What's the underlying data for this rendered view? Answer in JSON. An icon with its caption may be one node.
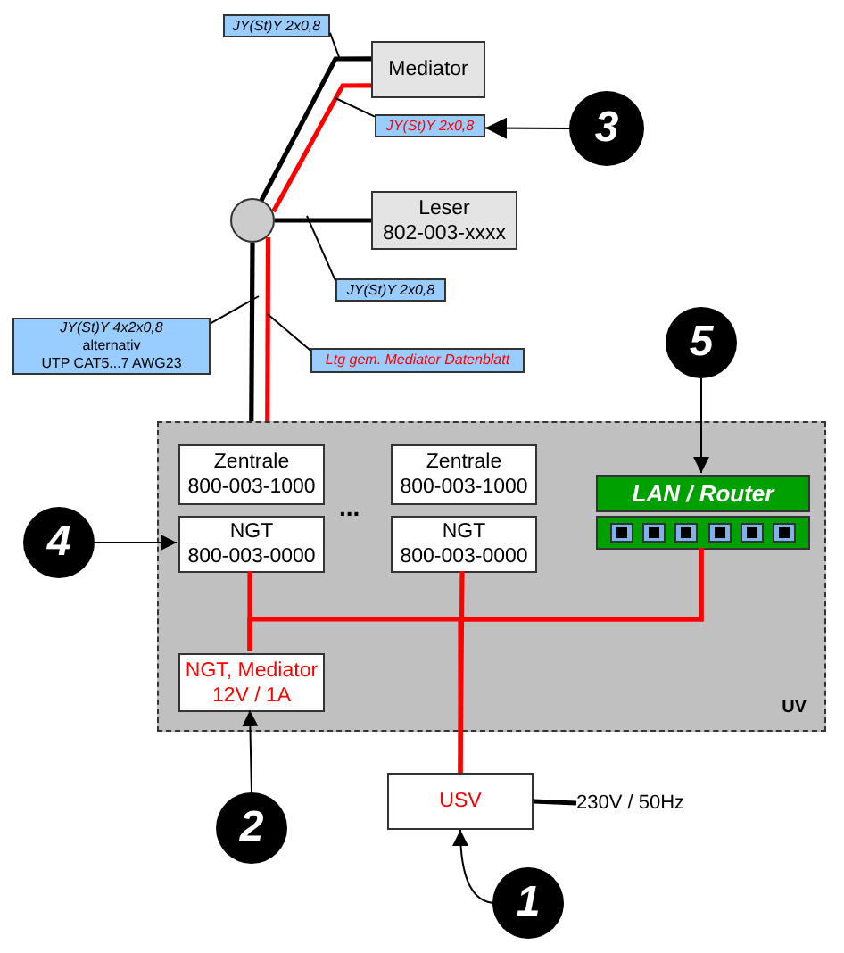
{
  "diagram": {
    "nodes": [
      {
        "text": [
          "JY(St)Y 2x0,8"
        ]
      },
      {
        "text": [
          "Mediator"
        ]
      },
      {
        "text": [
          "JY(St)Y 2x0,8"
        ]
      },
      {
        "text": [
          "3"
        ]
      },
      {
        "text": [],
        "shape": "circle"
      },
      {
        "text": [
          "Leser",
          "802-003-xxxx"
        ]
      },
      {
        "text": [
          "JY(St)Y 2x0,8"
        ]
      },
      {
        "text": [
          "JY(St)Y 4x2x0,8",
          "alternativ",
          "UTP CAT5...7 AWG23"
        ]
      },
      {
        "text": [
          "Ltg gem. Mediator Datenblatt"
        ]
      },
      {
        "text": [
          "5"
        ]
      },
      {
        "text": [
          "UV"
        ]
      },
      {
        "text": [
          "Zentrale",
          "800-003-1000"
        ],
        "in": 10
      },
      {
        "text": [
          "Zentrale",
          "800-003-1000"
        ],
        "in": 10
      },
      {
        "text": [
          "LAN / Router"
        ],
        "in": 10
      },
      {
        "text": [
          "NGT",
          "800-003-0000"
        ],
        "in": 10
      },
      {
        "text": [
          "NGT",
          "800-003-0000"
        ],
        "in": 10
      },
      {
        "text": [],
        "shape": "bar",
        "in": 10
      },
      {
        "text": [
          "NGT, Mediator",
          "12V / 1A"
        ],
        "in": 10
      },
      {
        "text": [
          "4"
        ]
      },
      {
        "text": [
          "2"
        ]
      },
      {
        "text": [
          "USV"
        ]
      },
      {
        "text": [
          "230V / 50Hz"
        ]
      },
      {
        "text": [
          "1"
        ]
      }
    ],
    "edges": [
      {
        "from": 4,
        "to": 1,
        "arrow": "none",
        "style": "thick"
      },
      {
        "from": 4,
        "to": 1,
        "arrow": "none",
        "style": "thick",
        "color": "#ff0000"
      },
      {
        "from": 4,
        "to": 5,
        "arrow": "none",
        "style": "thick"
      },
      {
        "from": 4,
        "to": 10,
        "arrow": "none",
        "style": "thick"
      },
      {
        "from": 4,
        "to": 10,
        "arrow": "none",
        "style": "thick",
        "color": "#ff0000"
      },
      {
        "from": 0,
        "to": null,
        "arrow": "none"
      },
      {
        "from": 2,
        "to": null,
        "arrow": "none"
      },
      {
        "from": 6,
        "to": null,
        "arrow": "none"
      },
      {
        "from": 7,
        "to": null,
        "arrow": "none"
      },
      {
        "from": 8,
        "to": null,
        "arrow": "none"
      },
      {
        "from": 3,
        "to": 2,
        "arrow": "to"
      },
      {
        "from": 9,
        "to": 13,
        "arrow": "to"
      },
      {
        "from": 18,
        "to": 14,
        "arrow": "to"
      },
      {
        "from": 19,
        "to": 17,
        "arrow": "to"
      },
      {
        "from": 22,
        "to": 20,
        "arrow": "to"
      },
      {
        "from": 14,
        "to": 17,
        "arrow": "none",
        "style": "thick",
        "color": "#ff0000"
      },
      {
        "from": 16,
        "to": 17,
        "arrow": "none",
        "style": "thick",
        "color": "#ff0000"
      },
      {
        "from": 16,
        "to": 20,
        "arrow": "none",
        "style": "thick",
        "color": "#ff0000"
      },
      {
        "from": 15,
        "to": 20,
        "arrow": "none",
        "style": "thick",
        "color": "#ff0000"
      },
      {
        "from": 20,
        "to": 21,
        "arrow": "none",
        "style": "thick"
      }
    ],
    "labels": [
      "..."
    ]
  }
}
